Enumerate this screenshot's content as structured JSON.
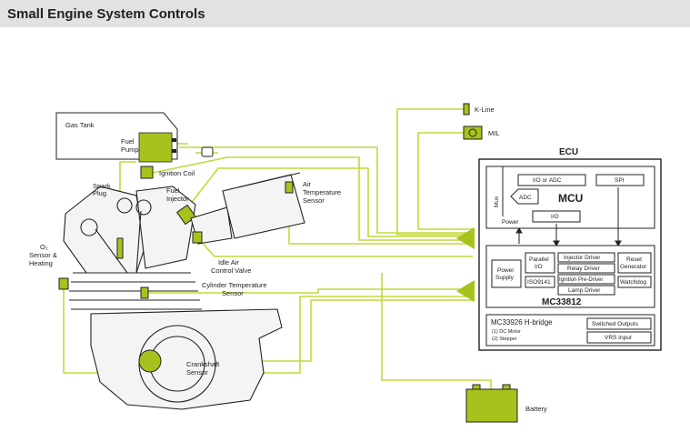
{
  "header": {
    "title": "Small Engine System Controls"
  },
  "labels": {
    "gas_tank": "Gas Tank",
    "fuel_pump": [
      "Fuel",
      "Pump"
    ],
    "ignition_coil": "Ignition Coil",
    "spark_plug": [
      "Spark",
      "Plug"
    ],
    "fuel_injector": [
      "Fuel",
      "Injector"
    ],
    "air_temp_sensor": [
      "Air",
      "Temperature",
      "Sensor"
    ],
    "o2_sensor": [
      "O₂",
      "Sensor &",
      "Heating"
    ],
    "idle_air_valve": [
      "Idle Air",
      "Control Valve"
    ],
    "cyl_temp_sensor": [
      "Cylinder Temperature",
      "Sensor"
    ],
    "crankshaft_sensor": [
      "Crankshaft",
      "Sensor"
    ],
    "k_line": "K-Line",
    "mil": "MIL",
    "battery": "Battery"
  },
  "ecu": {
    "title": "ECU",
    "mcu": {
      "title": "MCU",
      "mux": "Mux",
      "io_adc": "I/O or ADC",
      "spi": "SPI",
      "adc": "ADC",
      "power": "Power",
      "io": "I/O"
    },
    "mc33812": {
      "title": "MC33812",
      "power_supply": [
        "Power",
        "Supply"
      ],
      "parallel_io": [
        "Parallel",
        "I/O"
      ],
      "iso9141": "ISO9141",
      "injector_driver": "Injector Driver",
      "relay_driver": "Relay Driver",
      "ignition_pre_driver": "Ignition Pre-Driver",
      "lamp_driver": "Lamp Driver",
      "reset_generator": [
        "Reset",
        "Generator"
      ],
      "watchdog": "Watchdog"
    },
    "hbridge": {
      "title": "MC33926 H-bridge",
      "dc_motor": "(1) DC Motor",
      "stepper": "(2) Stepper",
      "switched_outputs": "Switched Outputs",
      "vrs_input": "VRS Input"
    }
  },
  "colors": {
    "wire": "#c3d93a",
    "accent": "#a6c21c",
    "outline": "#222222",
    "header_bg": "#e2e2e2"
  }
}
